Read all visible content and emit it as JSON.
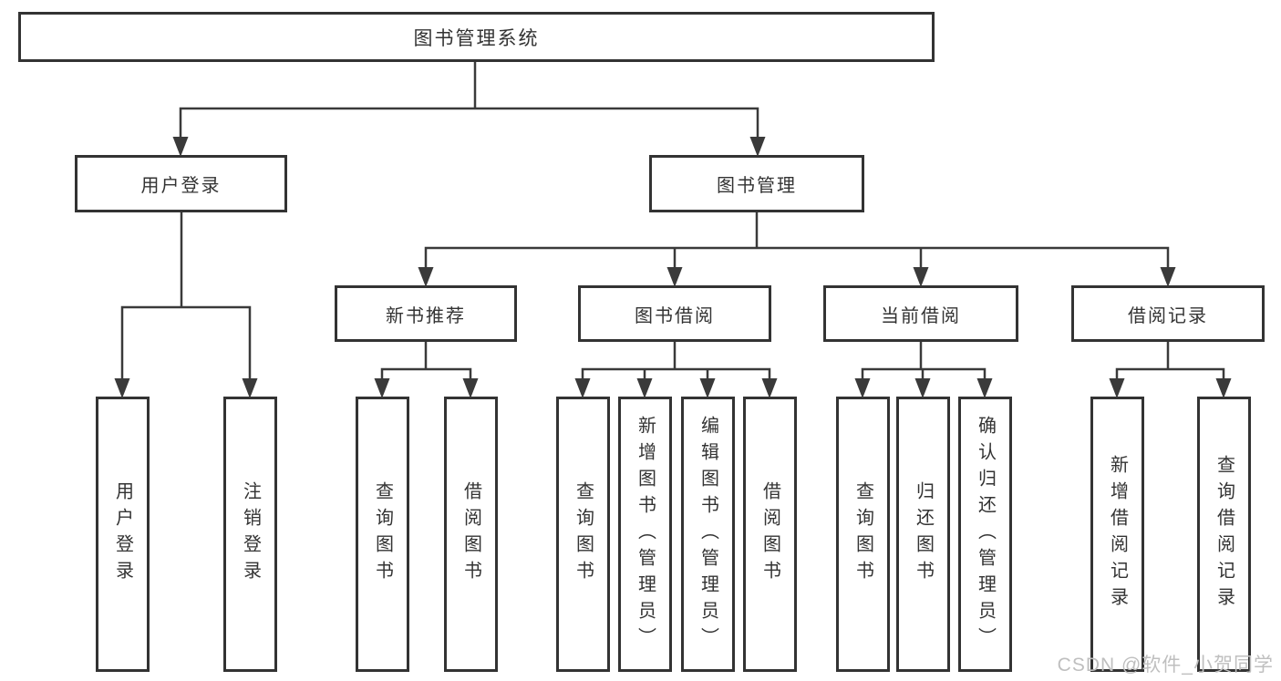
{
  "diagram": {
    "root": {
      "label": "图书管理系统"
    },
    "login": {
      "label": "用户登录",
      "children": {
        "user_login": {
          "label": "用户登录"
        },
        "logout": {
          "label": "注销登录"
        }
      }
    },
    "management": {
      "label": "图书管理",
      "sections": {
        "new_books": {
          "label": "新书推荐",
          "children": {
            "query_book": {
              "label": "查询图书"
            },
            "borrow_book": {
              "label": "借阅图书"
            }
          }
        },
        "borrowing": {
          "label": "图书借阅",
          "children": {
            "query_book": {
              "label": "查询图书"
            },
            "add_book": {
              "label": "新增图书（管理员）"
            },
            "edit_book": {
              "label": "编辑图书（管理员）"
            },
            "borrow_book": {
              "label": "借阅图书"
            }
          }
        },
        "current": {
          "label": "当前借阅",
          "children": {
            "query_book": {
              "label": "查询图书"
            },
            "return_book": {
              "label": "归还图书"
            },
            "confirm_return": {
              "label": "确认归还（管理员）"
            }
          }
        },
        "records": {
          "label": "借阅记录",
          "children": {
            "add_record": {
              "label": "新增借阅记录"
            },
            "query_record": {
              "label": "查询借阅记录"
            }
          }
        }
      }
    }
  },
  "watermark": {
    "text": "CSDN @软件_小贺同学"
  },
  "colors": {
    "line": "#3a3a3a",
    "box_border": "#333333",
    "text": "#333333",
    "watermark": "#bfbfbf",
    "background": "#ffffff"
  }
}
